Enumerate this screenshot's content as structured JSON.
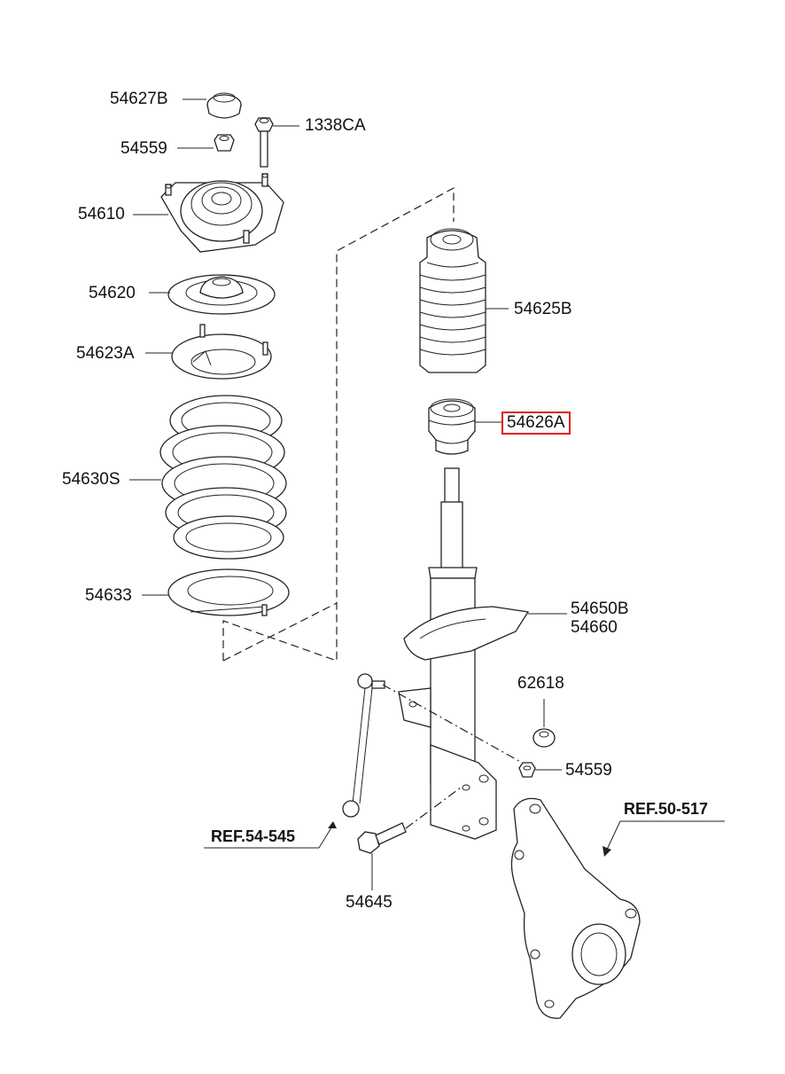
{
  "labels": {
    "p54627B": "54627B",
    "p1338CA": "1338CA",
    "p54559_top": "54559",
    "p54610": "54610",
    "p54620": "54620",
    "p54623A": "54623A",
    "p54630S": "54630S",
    "p54633": "54633",
    "p54625B": "54625B",
    "p54626A": "54626A",
    "p54650B": "54650B",
    "p54660": "54660",
    "p62618": "62618",
    "p54559_bottom": "54559",
    "p54645": "54645",
    "ref54545": "REF.54-545",
    "ref50517": "REF.50-517"
  },
  "highlight": {
    "part": "54626A",
    "color": "#e0181b"
  }
}
